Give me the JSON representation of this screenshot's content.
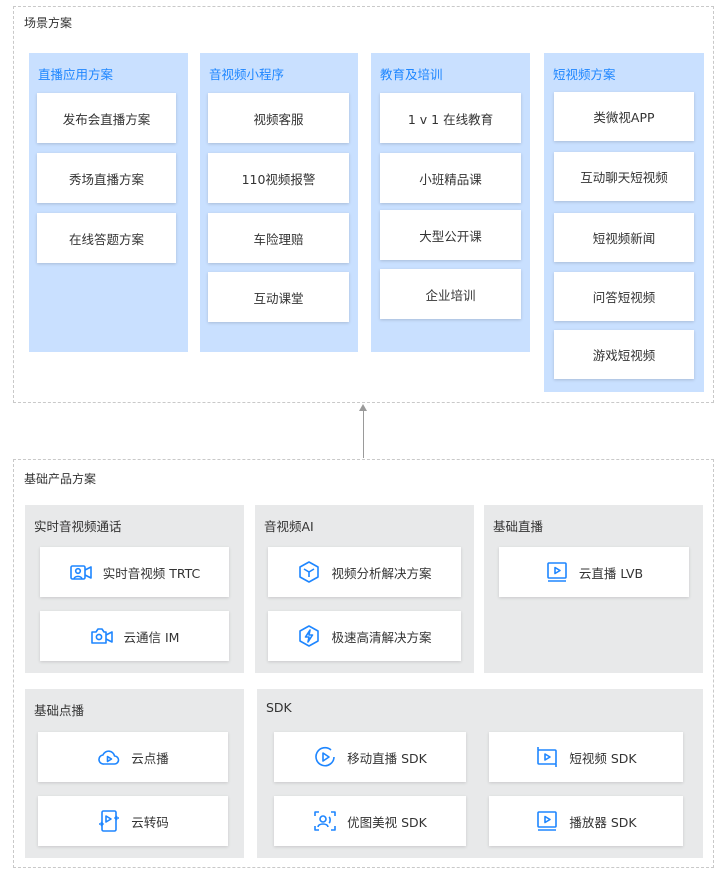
{
  "scenes": {
    "title": "场景方案",
    "columns": [
      {
        "title": "直播应用方案",
        "items": [
          "发布会直播方案",
          "秀场直播方案",
          "在线答题方案"
        ]
      },
      {
        "title": "音视频小程序",
        "items": [
          "视频客服",
          "110视频报警",
          "车险理赔",
          "互动课堂"
        ]
      },
      {
        "title": "教育及培训",
        "items": [
          "1 v 1 在线教育",
          "小班精品课",
          "大型公开课",
          "企业培训"
        ]
      },
      {
        "title": "短视频方案",
        "items": [
          "类微视APP",
          "互动聊天短视频",
          "短视频新闻",
          "问答短视频",
          "游戏短视频"
        ]
      }
    ]
  },
  "base": {
    "title": "基础产品方案",
    "groups": {
      "rtc": {
        "title": "实时音视频通话",
        "items": [
          {
            "label": "实时音视频 TRTC",
            "icon": "video-call-icon"
          },
          {
            "label": "云通信 IM",
            "icon": "camera-chat-icon"
          }
        ]
      },
      "ai": {
        "title": "音视频AI",
        "items": [
          {
            "label": "视频分析解决方案",
            "icon": "hexagon-analysis-icon"
          },
          {
            "label": "极速高清解决方案",
            "icon": "hexagon-lightning-icon"
          }
        ]
      },
      "live": {
        "title": "基础直播",
        "items": [
          {
            "label": "云直播 LVB",
            "icon": "live-screen-icon"
          }
        ]
      },
      "vod": {
        "title": "基础点播",
        "items": [
          {
            "label": "云点播",
            "icon": "cloud-play-icon"
          },
          {
            "label": "云转码",
            "icon": "transcode-icon"
          }
        ]
      },
      "sdk": {
        "title": "SDK",
        "items": [
          {
            "label": "移动直播 SDK",
            "icon": "play-circle-icon"
          },
          {
            "label": "短视频 SDK",
            "icon": "short-video-icon"
          },
          {
            "label": "优图美视 SDK",
            "icon": "face-scan-icon"
          },
          {
            "label": "播放器 SDK",
            "icon": "player-screen-icon"
          }
        ]
      }
    }
  },
  "colors": {
    "accent": "#1e86ff",
    "scene_column_bg": "#c9e0ff",
    "group_bg": "#e8e9ea"
  }
}
